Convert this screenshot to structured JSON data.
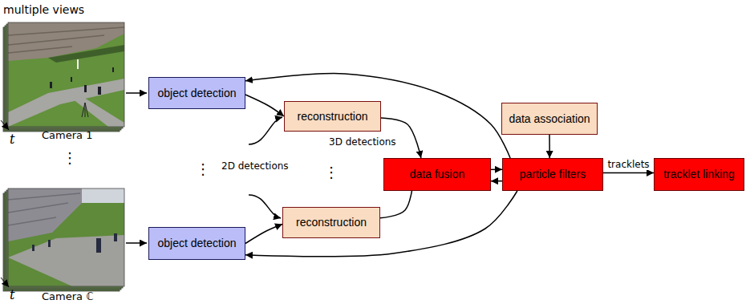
{
  "diagram": {
    "nodes": [
      {
        "text": [
          "object detection"
        ]
      },
      {
        "text": [
          "reconstruction"
        ]
      },
      {
        "text": [
          "data association"
        ]
      },
      {
        "text": [
          "data fusion"
        ]
      },
      {
        "text": [
          "particle filters"
        ]
      },
      {
        "text": [
          "tracklet linking"
        ]
      },
      {
        "text": [
          "reconstruction"
        ]
      },
      {
        "text": [
          "object detection"
        ]
      }
    ],
    "edges": [
      {
        "from": 0,
        "to": 1,
        "arrow": "to"
      },
      {
        "from": 1,
        "to": 3,
        "arrow": "to"
      },
      {
        "from": 7,
        "to": 6,
        "arrow": "to"
      },
      {
        "from": 6,
        "to": 3,
        "arrow": "to"
      },
      {
        "from": 3,
        "to": 4,
        "arrow": "to"
      },
      {
        "from": 4,
        "to": 3,
        "arrow": "to"
      },
      {
        "from": 2,
        "to": 4,
        "arrow": "to"
      },
      {
        "from": 4,
        "to": 5,
        "label": "tracklets",
        "arrow": "to"
      },
      {
        "from": 4,
        "to": 0,
        "arrow": "to"
      },
      {
        "from": 4,
        "to": 7,
        "arrow": "to"
      }
    ],
    "labels": [
      "multiple views",
      "t",
      "Camera 1",
      "⋮",
      "⋮",
      "2D detections",
      "⋮",
      "3D detections",
      "t",
      "Camera ℂ"
    ]
  }
}
